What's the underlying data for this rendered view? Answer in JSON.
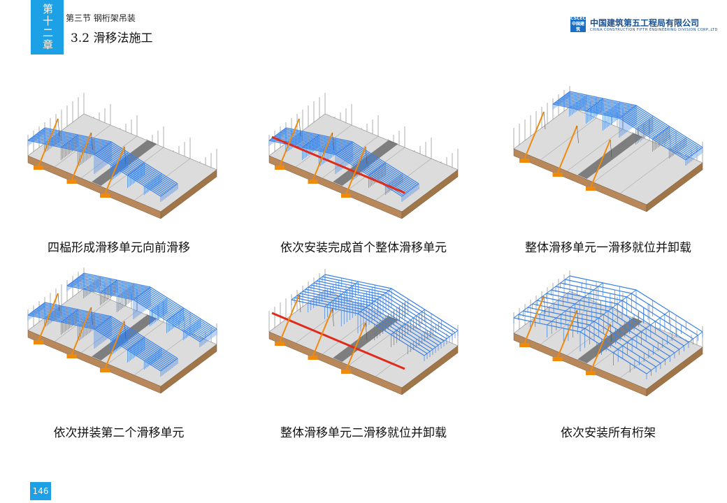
{
  "header": {
    "chapter": "第十二章",
    "section": "第三节 钢桁架吊装",
    "title": "3.2 滑移法施工"
  },
  "logo": {
    "mark_top": "CSCEC",
    "mark_bottom": "中国建筑",
    "name_cn": "中国建筑第五工程局有限公司",
    "name_en": "CHINA CONSTRUCTION FIFTH ENGINEERING DIVISION CORP.,LTD"
  },
  "steps": [
    {
      "caption": "四榀形成滑移单元向前滑移",
      "truss_coverage": "front",
      "red_highlight": false
    },
    {
      "caption": "依次安装完成首个整体滑移单元",
      "truss_coverage": "front",
      "red_highlight": true
    },
    {
      "caption": "整体滑移单元一滑移就位并卸载",
      "truss_coverage": "back",
      "red_highlight": false
    },
    {
      "caption": "依次拼装第二个滑移单元",
      "truss_coverage": "front-back",
      "red_highlight": false
    },
    {
      "caption": "整体滑移单元二滑移就位并卸载",
      "truss_coverage": "back-half",
      "red_highlight": true
    },
    {
      "caption": "依次安装所有桁架",
      "truss_coverage": "full",
      "red_highlight": false
    }
  ],
  "colors": {
    "accent": "#1da1e6",
    "truss": "#3b82e6",
    "crane": "#f08a0b",
    "base": "#b8875a",
    "highlight": "#e02b1a"
  },
  "page_number": "146"
}
